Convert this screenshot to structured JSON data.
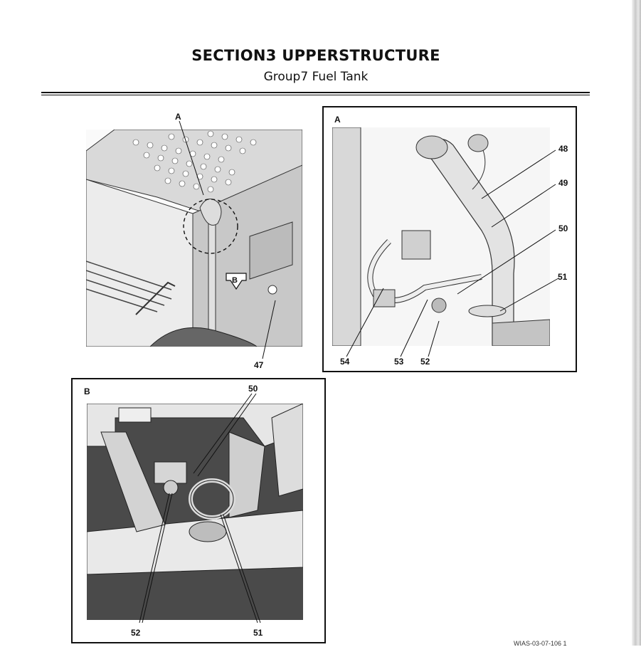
{
  "header": {
    "section_title": "SECTION3 UPPERSTRUCTURE",
    "group_title": "Group7 Fuel Tank"
  },
  "overview_figure": {
    "detail_a_label": "A",
    "view_b_label": "B",
    "callouts": [
      "47"
    ]
  },
  "detail_a_panel": {
    "panel_label": "A",
    "callouts": [
      "48",
      "49",
      "50",
      "51",
      "54",
      "53",
      "52"
    ]
  },
  "detail_b_panel": {
    "panel_label": "B",
    "callouts": [
      "50",
      "52",
      "51"
    ]
  },
  "footer": {
    "figure_code": "WIAS-03-07-106 1"
  }
}
